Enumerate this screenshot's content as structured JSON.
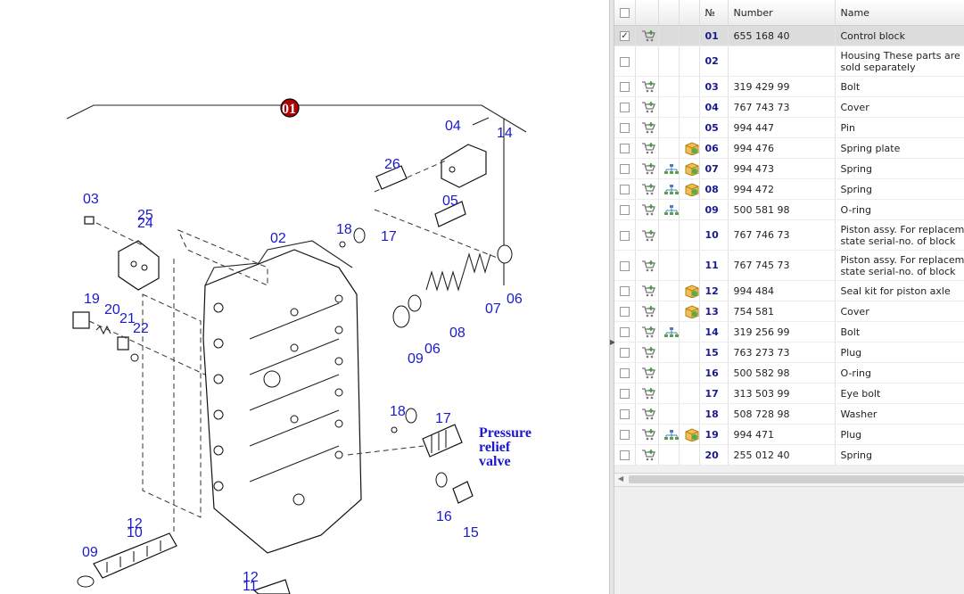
{
  "diagram": {
    "callouts": [
      {
        "id": "c01",
        "text": "01"
      },
      {
        "id": "c02",
        "text": "02"
      },
      {
        "id": "c03",
        "text": "03"
      },
      {
        "id": "c04",
        "text": "04"
      },
      {
        "id": "c05",
        "text": "05"
      },
      {
        "id": "c06a",
        "text": "06"
      },
      {
        "id": "c06b",
        "text": "06"
      },
      {
        "id": "c07",
        "text": "07"
      },
      {
        "id": "c08",
        "text": "08"
      },
      {
        "id": "c09a",
        "text": "09"
      },
      {
        "id": "c09b",
        "text": "09"
      },
      {
        "id": "c10",
        "text": "10"
      },
      {
        "id": "c11",
        "text": "11"
      },
      {
        "id": "c12a",
        "text": "12"
      },
      {
        "id": "c12b",
        "text": "12"
      },
      {
        "id": "c14",
        "text": "14"
      },
      {
        "id": "c15",
        "text": "15"
      },
      {
        "id": "c16",
        "text": "16"
      },
      {
        "id": "c17a",
        "text": "17"
      },
      {
        "id": "c17b",
        "text": "17"
      },
      {
        "id": "c18a",
        "text": "18"
      },
      {
        "id": "c18b",
        "text": "18"
      },
      {
        "id": "c19",
        "text": "19"
      },
      {
        "id": "c20",
        "text": "20"
      },
      {
        "id": "c21",
        "text": "21"
      },
      {
        "id": "c22",
        "text": "22"
      },
      {
        "id": "c24",
        "text": "24"
      },
      {
        "id": "c25",
        "text": "25"
      },
      {
        "id": "c26",
        "text": "26"
      }
    ],
    "relief_label": [
      "Pressure",
      "relief",
      "valve"
    ]
  },
  "table": {
    "headers": {
      "no": "№",
      "number": "Number",
      "name": "Name"
    },
    "rows": [
      {
        "no": "01",
        "number": "655 168 40",
        "name": "Control block",
        "checked": true,
        "cart": true,
        "tree": false,
        "kit": false
      },
      {
        "no": "02",
        "number": "",
        "name": "Housing These parts are not sold separately",
        "checked": false,
        "cart": false,
        "tree": false,
        "kit": false
      },
      {
        "no": "03",
        "number": "319 429 99",
        "name": "Bolt",
        "checked": false,
        "cart": true,
        "tree": false,
        "kit": false
      },
      {
        "no": "04",
        "number": "767 743 73",
        "name": "Cover",
        "checked": false,
        "cart": true,
        "tree": false,
        "kit": false
      },
      {
        "no": "05",
        "number": "994 447",
        "name": "Pin",
        "checked": false,
        "cart": true,
        "tree": false,
        "kit": false
      },
      {
        "no": "06",
        "number": "994 476",
        "name": "Spring plate",
        "checked": false,
        "cart": true,
        "tree": false,
        "kit": true
      },
      {
        "no": "07",
        "number": "994 473",
        "name": "Spring",
        "checked": false,
        "cart": true,
        "tree": true,
        "kit": true
      },
      {
        "no": "08",
        "number": "994 472",
        "name": "Spring",
        "checked": false,
        "cart": true,
        "tree": true,
        "kit": true
      },
      {
        "no": "09",
        "number": "500 581 98",
        "name": "O-ring",
        "checked": false,
        "cart": true,
        "tree": true,
        "kit": false
      },
      {
        "no": "10",
        "number": "767 746 73",
        "name": "Piston assy. For replacement state serial-no. of block",
        "checked": false,
        "cart": true,
        "tree": false,
        "kit": false
      },
      {
        "no": "11",
        "number": "767 745 73",
        "name": "Piston assy. For replacement state serial-no. of block",
        "checked": false,
        "cart": true,
        "tree": false,
        "kit": false
      },
      {
        "no": "12",
        "number": "994 484",
        "name": "Seal kit for piston axle",
        "checked": false,
        "cart": true,
        "tree": false,
        "kit": true
      },
      {
        "no": "13",
        "number": "754 581",
        "name": "Cover",
        "checked": false,
        "cart": true,
        "tree": false,
        "kit": true
      },
      {
        "no": "14",
        "number": "319 256 99",
        "name": "Bolt",
        "checked": false,
        "cart": true,
        "tree": true,
        "kit": false
      },
      {
        "no": "15",
        "number": "763 273 73",
        "name": "Plug",
        "checked": false,
        "cart": true,
        "tree": false,
        "kit": false
      },
      {
        "no": "16",
        "number": "500 582 98",
        "name": "O-ring",
        "checked": false,
        "cart": true,
        "tree": false,
        "kit": false
      },
      {
        "no": "17",
        "number": "313 503 99",
        "name": "Eye bolt",
        "checked": false,
        "cart": true,
        "tree": false,
        "kit": false
      },
      {
        "no": "18",
        "number": "508 728 98",
        "name": "Washer",
        "checked": false,
        "cart": true,
        "tree": false,
        "kit": false
      },
      {
        "no": "19",
        "number": "994 471",
        "name": "Plug",
        "checked": false,
        "cart": true,
        "tree": true,
        "kit": true
      },
      {
        "no": "20",
        "number": "255 012 40",
        "name": "Spring",
        "checked": false,
        "cart": true,
        "tree": false,
        "kit": false
      }
    ]
  },
  "colors": {
    "callout": "#1a1acc",
    "selected_row": "#dcdcdc",
    "badge": "#b00000"
  }
}
